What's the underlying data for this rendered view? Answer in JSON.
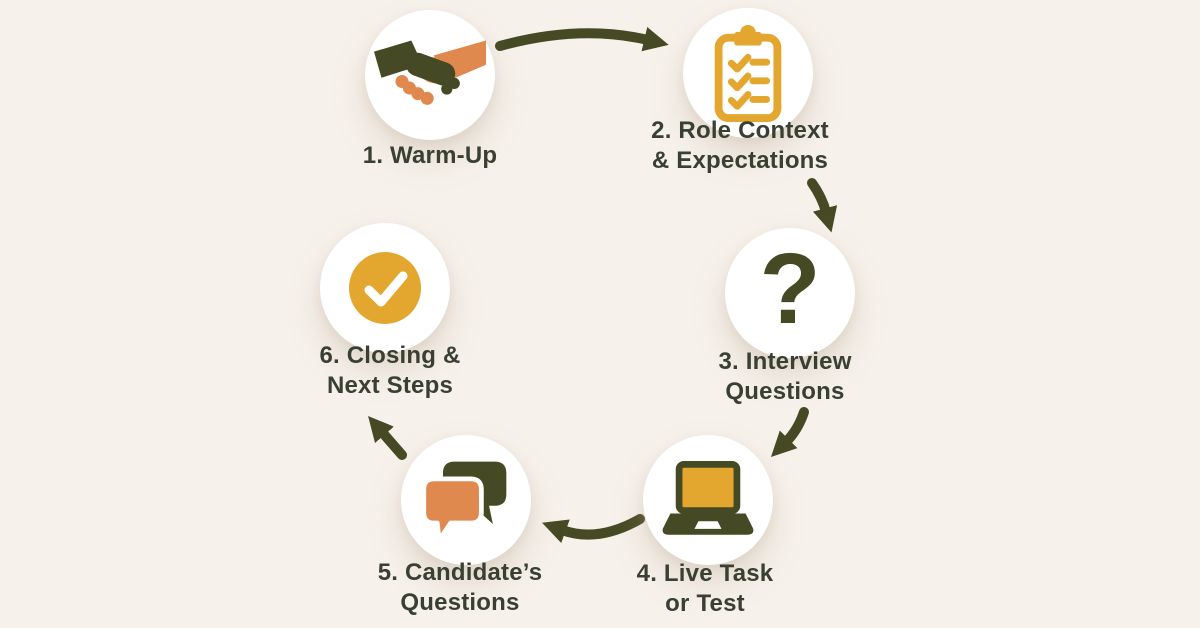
{
  "figure": {
    "type": "process-cycle-diagram",
    "subject": "Interview process steps"
  },
  "colors": {
    "background": "#f6f1eb",
    "node_circle": "#ffffff",
    "olive": "#454a24",
    "text": "#394031",
    "gold": "#e3a62e",
    "orange": "#e0894e",
    "white": "#ffffff"
  },
  "glyphs": {
    "question_mark": "?"
  },
  "steps": [
    {
      "id": 1,
      "icon": "handshake-icon",
      "line1": "1. Warm-Up",
      "line2": ""
    },
    {
      "id": 2,
      "icon": "clipboard-checklist-icon",
      "line1": "2. Role Context",
      "line2": "& Expectations"
    },
    {
      "id": 3,
      "icon": "question-mark-icon",
      "line1": "3. Interview",
      "line2": "Questions"
    },
    {
      "id": 4,
      "icon": "laptop-icon",
      "line1": "4. Live Task",
      "line2": "or Test"
    },
    {
      "id": 5,
      "icon": "speech-bubbles-icon",
      "line1": "5. Candidate’s",
      "line2": "Questions"
    },
    {
      "id": 6,
      "icon": "check-circle-icon",
      "line1": "6. Closing &",
      "line2": "Next Steps"
    }
  ],
  "arrows": [
    {
      "from": 1,
      "to": 2
    },
    {
      "from": 2,
      "to": 3
    },
    {
      "from": 3,
      "to": 4
    },
    {
      "from": 4,
      "to": 5
    },
    {
      "from": 5,
      "to": 6
    }
  ]
}
